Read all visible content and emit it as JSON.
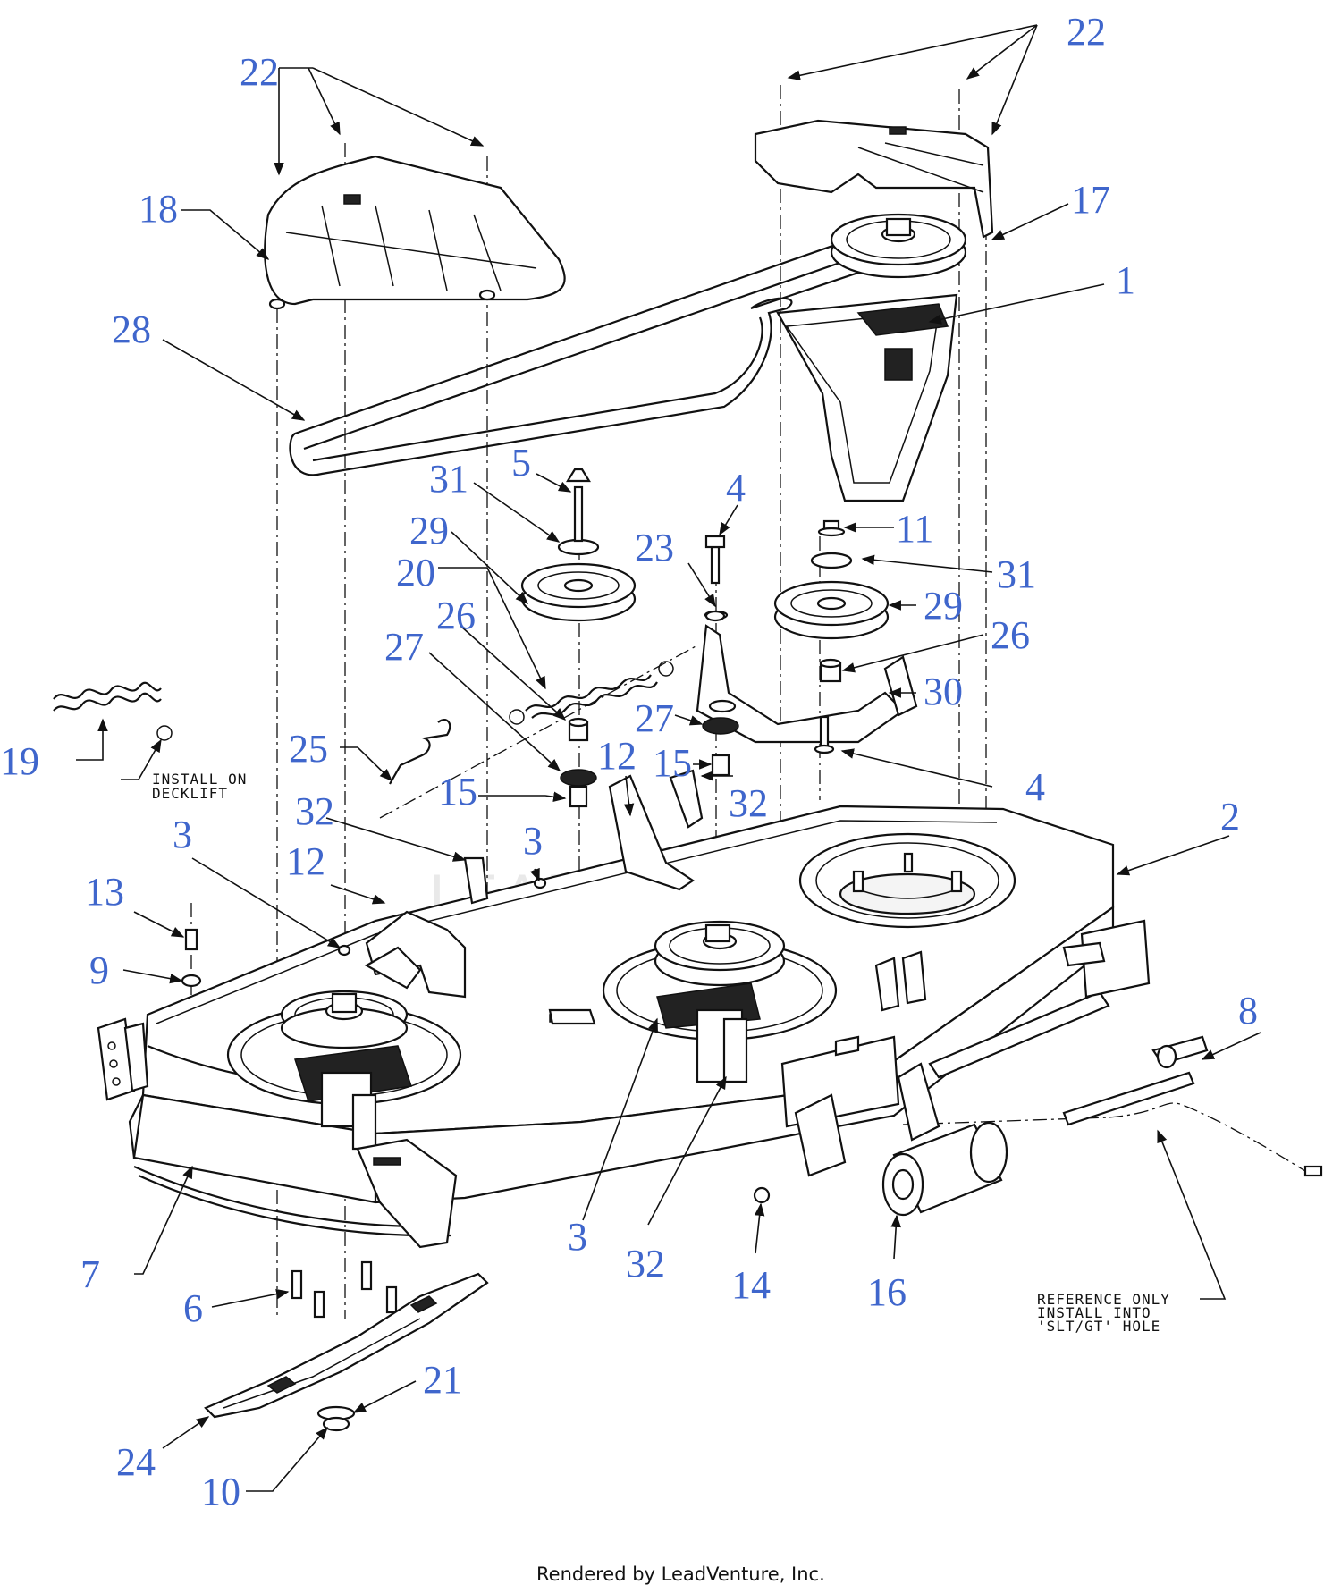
{
  "diagram": {
    "watermark": "LEADVENTURE",
    "footer": "Rendered by LeadVenture, Inc.",
    "notes": {
      "install_on_decklift": [
        "INSTALL ON",
        "DECKLIFT"
      ],
      "reference_only": [
        "REFERENCE ONLY",
        "INSTALL INTO",
        "'SLT/GT' HOLE"
      ]
    },
    "callouts": [
      {
        "id": "c1",
        "label": "1"
      },
      {
        "id": "c2",
        "label": "2"
      },
      {
        "id": "c3a",
        "label": "3"
      },
      {
        "id": "c3b",
        "label": "3"
      },
      {
        "id": "c3c",
        "label": "3"
      },
      {
        "id": "c4a",
        "label": "4"
      },
      {
        "id": "c4b",
        "label": "4"
      },
      {
        "id": "c5",
        "label": "5"
      },
      {
        "id": "c6",
        "label": "6"
      },
      {
        "id": "c7",
        "label": "7"
      },
      {
        "id": "c8",
        "label": "8"
      },
      {
        "id": "c9",
        "label": "9"
      },
      {
        "id": "c10",
        "label": "10"
      },
      {
        "id": "c11",
        "label": "11"
      },
      {
        "id": "c12a",
        "label": "12"
      },
      {
        "id": "c12b",
        "label": "12"
      },
      {
        "id": "c13",
        "label": "13"
      },
      {
        "id": "c14",
        "label": "14"
      },
      {
        "id": "c15a",
        "label": "15"
      },
      {
        "id": "c15b",
        "label": "15"
      },
      {
        "id": "c16",
        "label": "16"
      },
      {
        "id": "c17",
        "label": "17"
      },
      {
        "id": "c18",
        "label": "18"
      },
      {
        "id": "c19",
        "label": "19"
      },
      {
        "id": "c20",
        "label": "20"
      },
      {
        "id": "c21",
        "label": "21"
      },
      {
        "id": "c22a",
        "label": "22"
      },
      {
        "id": "c22b",
        "label": "22"
      },
      {
        "id": "c23",
        "label": "23"
      },
      {
        "id": "c24",
        "label": "24"
      },
      {
        "id": "c25",
        "label": "25"
      },
      {
        "id": "c26a",
        "label": "26"
      },
      {
        "id": "c26b",
        "label": "26"
      },
      {
        "id": "c27a",
        "label": "27"
      },
      {
        "id": "c27b",
        "label": "27"
      },
      {
        "id": "c28",
        "label": "28"
      },
      {
        "id": "c29a",
        "label": "29"
      },
      {
        "id": "c29b",
        "label": "29"
      },
      {
        "id": "c30",
        "label": "30"
      },
      {
        "id": "c31a",
        "label": "31"
      },
      {
        "id": "c31b",
        "label": "31"
      },
      {
        "id": "c32a",
        "label": "32"
      },
      {
        "id": "c32b",
        "label": "32"
      },
      {
        "id": "c32c",
        "label": "32"
      }
    ]
  }
}
